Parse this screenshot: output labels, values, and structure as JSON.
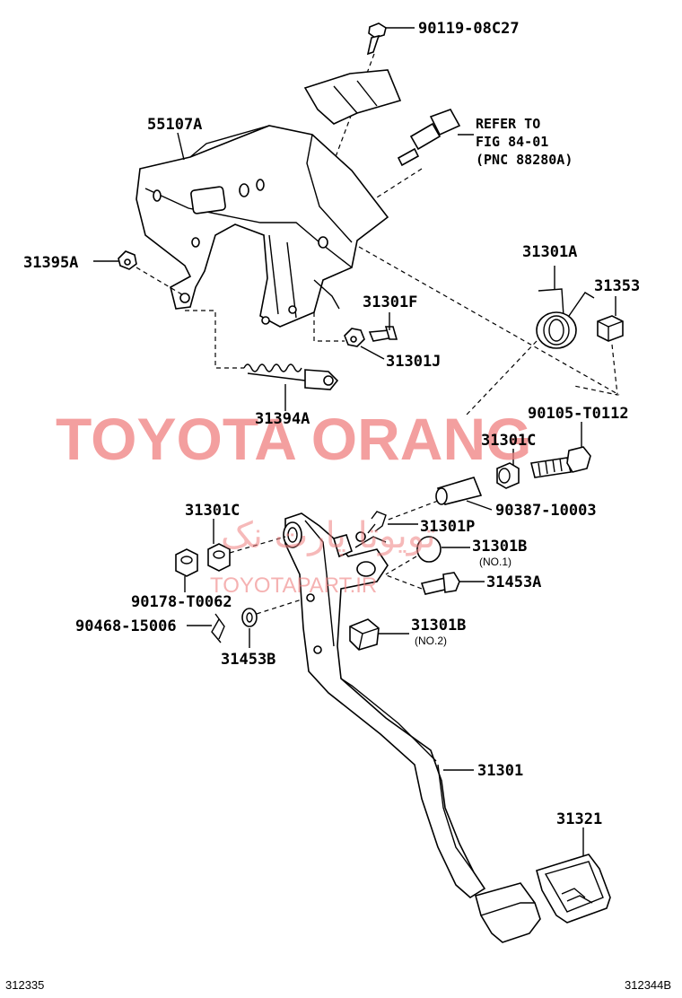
{
  "labels": {
    "p90119": "90119-08C27",
    "refer1": "REFER TO",
    "refer2": "FIG 84-01",
    "refer3": "(PNC 88280A)",
    "p55107A": "55107A",
    "p31395A": "31395A",
    "p31301A": "31301A",
    "p31353": "31353",
    "p31301F": "31301F",
    "p31301J": "31301J",
    "p31394A": "31394A",
    "p90105": "90105-T0112",
    "p31301C_r": "31301C",
    "p90387": "90387-10003",
    "p31301C_l": "31301C",
    "p31301P": "31301P",
    "p31301B_1": "31301B",
    "no1": "(NO.1)",
    "p31453A": "31453A",
    "p90178": "90178-T0062",
    "p90468": "90468-15006",
    "p31453B": "31453B",
    "p31301B_2": "31301B",
    "no2": "(NO.2)",
    "p31301": "31301",
    "p31321": "31321"
  },
  "corners": {
    "left": "312335",
    "right": "312344B"
  },
  "watermark": {
    "main": "TOYOTA ORANG",
    "persian": "تويوتا پارت نک",
    "site": "TOYOTAPART.IR"
  },
  "colors": {
    "watermark": "#f08080",
    "line": "#000000"
  }
}
